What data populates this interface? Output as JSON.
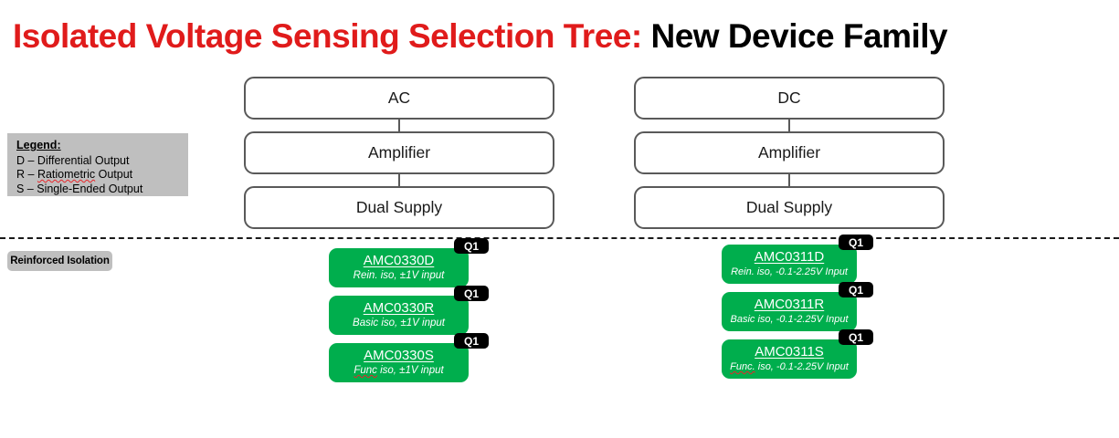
{
  "title": {
    "red_part": "Isolated Voltage Sensing Selection Tree:",
    "black_part": " New Device Family"
  },
  "legend": {
    "heading": "Legend:",
    "items": [
      {
        "code": "D",
        "dash": "–",
        "pre": "",
        "misspelled": "",
        "label": "Differential Output"
      },
      {
        "code": "R",
        "dash": "–",
        "pre": "",
        "misspelled": "Ratiometric",
        "label": " Output"
      },
      {
        "code": "S",
        "dash": "–",
        "pre": "",
        "misspelled": "",
        "label": "Single-Ended Output"
      }
    ],
    "row0": "D – Differential Output",
    "row2": "S – Single-Ended Output",
    "row1_prefix": "R – ",
    "row1_spell": "Ratiometric",
    "row1_suffix": " Output"
  },
  "isolation_band": {
    "label": "Reinforced Isolation"
  },
  "columns": [
    {
      "id": "ac",
      "nodes": [
        {
          "label": "AC"
        },
        {
          "label": "Amplifier"
        },
        {
          "label": "Dual Supply"
        }
      ],
      "products": [
        {
          "name": "AMC0330D",
          "desc": "Rein. iso, ±1V input",
          "desc_spell": "",
          "desc_rest": "Rein. iso, ±1V input",
          "badge": "Q1"
        },
        {
          "name": "AMC0330R",
          "desc": "Basic iso, ±1V input",
          "desc_spell": "",
          "desc_rest": "Basic iso, ±1V input",
          "badge": "Q1"
        },
        {
          "name": "AMC0330S",
          "desc": "Func iso, ±1V input",
          "desc_spell": "Func",
          "desc_rest": " iso, ±1V input",
          "badge": "Q1"
        }
      ]
    },
    {
      "id": "dc",
      "nodes": [
        {
          "label": "DC"
        },
        {
          "label": "Amplifier"
        },
        {
          "label": "Dual Supply"
        }
      ],
      "products": [
        {
          "name": "AMC0311D",
          "desc": "Rein. iso, -0.1-2.25V Input",
          "desc_spell": "",
          "desc_rest": "Rein. iso, -0.1-2.25V Input",
          "badge": "Q1"
        },
        {
          "name": "AMC0311R",
          "desc": "Basic iso, -0.1-2.25V Input",
          "desc_spell": "",
          "desc_rest": "Basic iso, -0.1-2.25V Input",
          "badge": "Q1"
        },
        {
          "name": "AMC0311S",
          "desc": "Func. iso, -0.1-2.25V Input",
          "desc_spell": "Func.",
          "desc_rest": " iso, -0.1-2.25V Input",
          "badge": "Q1"
        }
      ]
    }
  ],
  "colors": {
    "title_red": "#E01B1B",
    "product_green": "#00AE4D",
    "legend_gray": "#BFBFBF",
    "node_border": "#595959",
    "badge_black": "#000000"
  }
}
